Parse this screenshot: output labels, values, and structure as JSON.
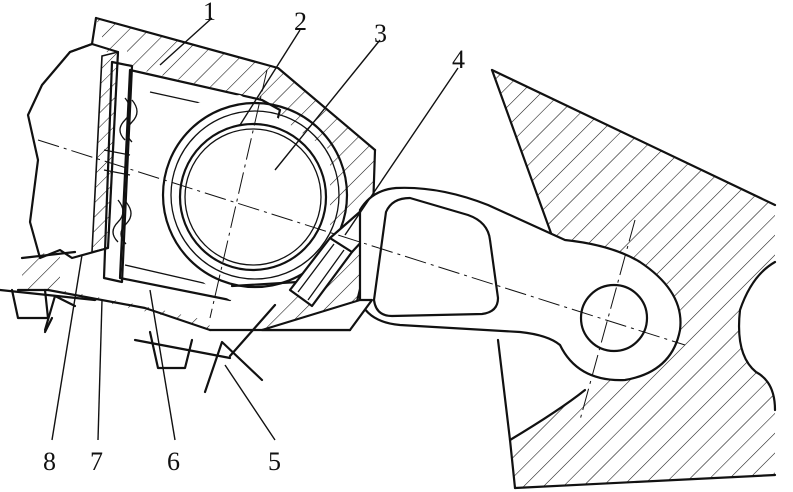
{
  "labels": [
    "1",
    "2",
    "3",
    "4",
    "5",
    "6",
    "7",
    "8"
  ]
}
